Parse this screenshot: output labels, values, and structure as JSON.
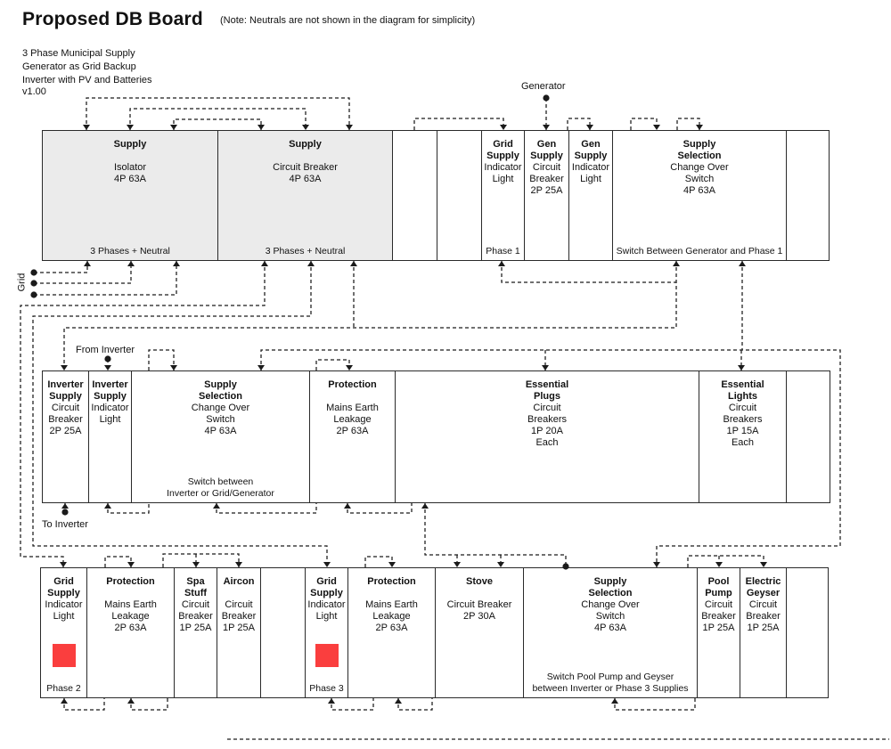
{
  "header": {
    "title": "Proposed DB Board",
    "note": "(Note: Neutrals are not shown in the diagram for simplicity)",
    "subtitle": "3 Phase Municipal Supply\nGenerator as Grid Backup\nInverter with PV and Batteries",
    "version": "v1.00"
  },
  "labels": {
    "generator": "Generator",
    "grid": "Grid",
    "from_inverter": "From Inverter",
    "to_inverter": "To Inverter"
  },
  "colors": {
    "cell_shaded": "#ebebeb",
    "indicator_red": "#fa3e3e",
    "wire": "#1b1b1b",
    "border": "#2a2a2a"
  },
  "rows": [
    {
      "name": "incomer-row",
      "cells": [
        {
          "title": "Supply",
          "body": "Isolator\n4P 63A",
          "footer": "3 Phases + Neutral",
          "shaded": true
        },
        {
          "title": "Supply",
          "body": "Circuit Breaker\n4P 63A",
          "footer": "3 Phases + Neutral",
          "shaded": true
        },
        {},
        {},
        {
          "title": "Grid\nSupply",
          "body": "Indicator\nLight",
          "footer": "Phase 1"
        },
        {
          "title": "Gen\nSupply",
          "body": "Circuit\nBreaker\n2P 25A"
        },
        {
          "title": "Gen\nSupply",
          "body": "Indicator\nLight"
        },
        {
          "title": "Supply\nSelection",
          "body": "Change Over\nSwitch\n4P 63A",
          "footer": "Switch Between Generator and Phase 1"
        },
        {}
      ]
    },
    {
      "name": "inverter-row",
      "cells": [
        {
          "title": "Inverter\nSupply",
          "body": "Circuit\nBreaker\n2P 25A"
        },
        {
          "title": "Inverter\nSupply",
          "body": "Indicator\nLight"
        },
        {
          "title": "Supply\nSelection",
          "body": "Change Over\nSwitch\n4P 63A",
          "footer": "Switch between\nInverter or Grid/Generator"
        },
        {
          "title": "Protection",
          "body": "Mains Earth\nLeakage\n2P 63A"
        },
        {
          "title": "Essential\nPlugs",
          "body": "Circuit\nBreakers\n1P 20A\nEach"
        },
        {
          "title": "Essential\nLights",
          "body": "Circuit\nBreakers\n1P 15A\nEach"
        },
        {}
      ]
    },
    {
      "name": "loads-row",
      "cells": [
        {
          "title": "Grid\nSupply",
          "body": "Indicator\nLight",
          "footer": "Phase 2",
          "indicator": true
        },
        {
          "title": "Protection",
          "body": "Mains Earth\nLeakage\n2P 63A"
        },
        {
          "title": "Spa\nStuff",
          "body": "Circuit\nBreaker\n1P 25A"
        },
        {
          "title": "Aircon",
          "body": "Circuit\nBreaker\n1P 25A"
        },
        {},
        {
          "title": "Grid\nSupply",
          "body": "Indicator\nLight",
          "footer": "Phase 3",
          "indicator": true
        },
        {
          "title": "Protection",
          "body": "Mains Earth\nLeakage\n2P 63A"
        },
        {
          "title": "Stove",
          "body": "Circuit Breaker\n2P 30A"
        },
        {
          "title": "Supply\nSelection",
          "body": "Change Over\nSwitch\n4P 63A",
          "footer": "Switch Pool Pump and Geyser\nbetween Inverter or Phase 3 Supplies"
        },
        {
          "title": "Pool\nPump",
          "body": "Circuit\nBreaker\n1P 25A"
        },
        {
          "title": "Electric\nGeyser",
          "body": "Circuit\nBreaker\n1P 25A"
        },
        {}
      ]
    }
  ]
}
